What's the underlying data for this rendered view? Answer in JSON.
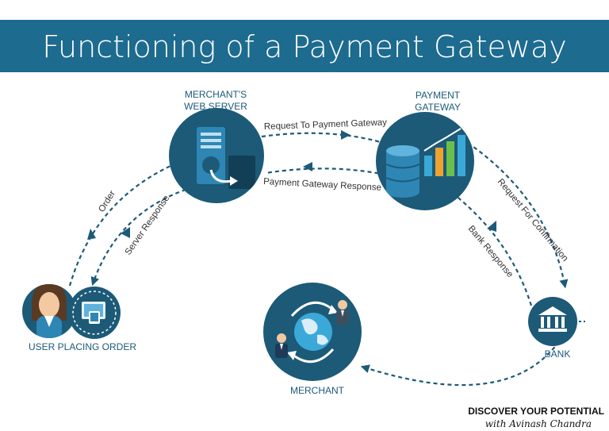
{
  "header": {
    "title": "Functioning of a Payment Gateway"
  },
  "nodes": {
    "merchant_web_server": {
      "line1": "MERCHANT'S",
      "line2": "WEB SERVER"
    },
    "payment_gateway": {
      "line1": "PAYMENT",
      "line2": "GATEWAY"
    },
    "user": {
      "label": "USER PLACING ORDER"
    },
    "merchant": {
      "label": "MERCHANT"
    },
    "bank": {
      "label": "BANK"
    }
  },
  "edges": {
    "request_to_gateway": "Request To Payment Gateway",
    "gateway_response": "Payment Gateway Response",
    "order": "Order",
    "server_response": "Server Response",
    "request_for_confirmation": "Request For Confirmation",
    "bank_response": "Bank Response"
  },
  "branding": {
    "tagline": "DISCOVER YOUR POTENTIAL",
    "byline": "with Avinash Chandra"
  },
  "colors": {
    "banner": "#1d6b8f",
    "circle": "#1c5a78",
    "arrow": "#1c5a78",
    "bar_blue": "#3aa9d8",
    "bar_orange": "#f0a22e",
    "bar_green": "#6cbf4a"
  }
}
